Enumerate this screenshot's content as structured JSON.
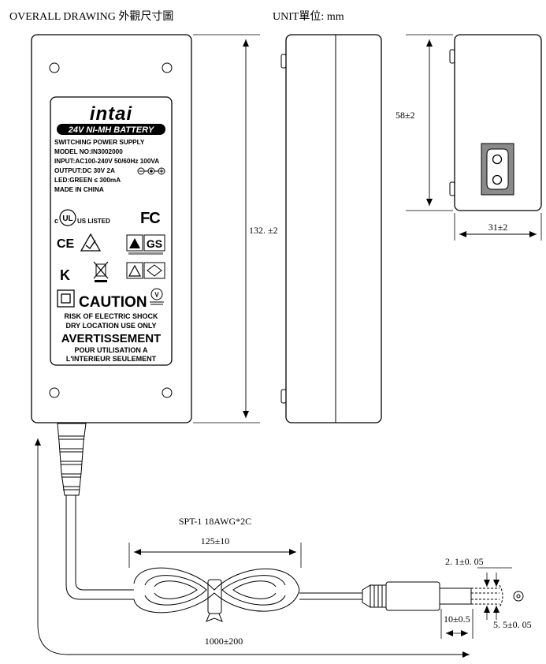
{
  "header": {
    "title": "OVERALL DRAWING 外觀尺寸圖",
    "unit": "UNIT單位: mm"
  },
  "label": {
    "brand": "intai",
    "battery": "24V NI-MH BATTERY",
    "lines": [
      "SWITCHING POWER SUPPLY",
      "MODEL NO:IN3002000",
      "INPUT:AC100-240V 50/60Hz 100VA",
      "OUTPUT:DC 30V 2A",
      "LED:GREEN ≤ 300mA",
      "MADE IN CHINA"
    ],
    "ul_c": "c",
    "ul_mark": "UL",
    "ul_us_listed": "US LISTED",
    "fc": "FC",
    "ce": "CE",
    "kc": "K",
    "gs": "GS",
    "caution": "CAUTION",
    "v_mark": "V",
    "risk": "RISK OF ELECTRIC SHOCK",
    "dry": "DRY LOCATION USE ONLY",
    "avert": "AVERTISSEMENT",
    "pour": "POUR UTILISATION A",
    "interieur": "L'INTERIEUR SEULEMENT"
  },
  "dimensions": {
    "length": "132. ±2",
    "height": "58±2",
    "width": "31±2",
    "cable_spec": "SPT-1 18AWG*2C",
    "coil": "125±10",
    "cable_length": "1000±200",
    "pin": "2. 1±0. 05",
    "plug_len": "10±0.5",
    "barrel": "5. 5±0. 05"
  }
}
